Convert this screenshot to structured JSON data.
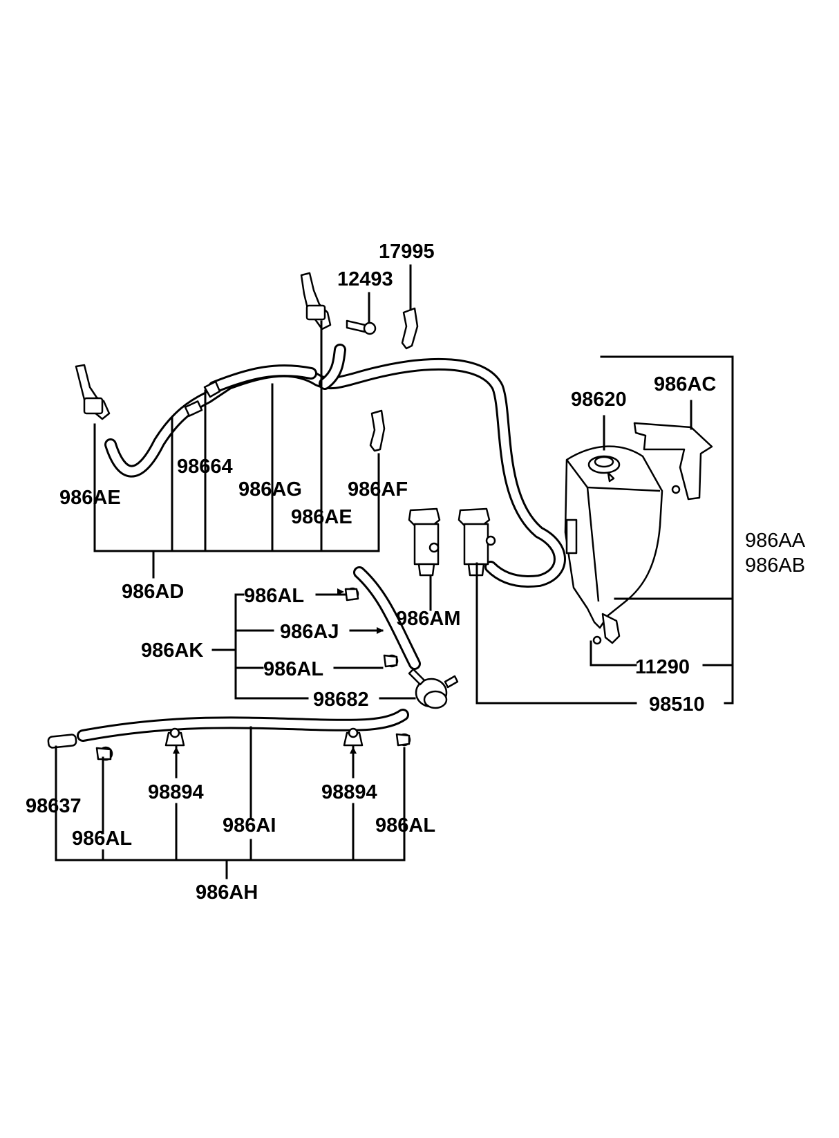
{
  "labels": {
    "p17995": "17995",
    "p12493": "12493",
    "p986AC": "986AC",
    "p98620": "98620",
    "p98664": "98664",
    "p986AG": "986AG",
    "p986AF": "986AF",
    "p986AE_left": "986AE",
    "p986AE_mid": "986AE",
    "p986AD": "986AD",
    "p986AA": "986AA",
    "p986AB": "986AB",
    "p986AL_1": "986AL",
    "p986AJ": "986AJ",
    "p986AM": "986AM",
    "p986AK": "986AK",
    "p986AL_2": "986AL",
    "p98682": "98682",
    "p11290": "11290",
    "p98510": "98510",
    "p98637": "98637",
    "p98894_left": "98894",
    "p98894_right": "98894",
    "p986AI": "986AI",
    "p986AL_3": "986AL",
    "p986AL_4": "986AL",
    "p986AH": "986AH"
  }
}
